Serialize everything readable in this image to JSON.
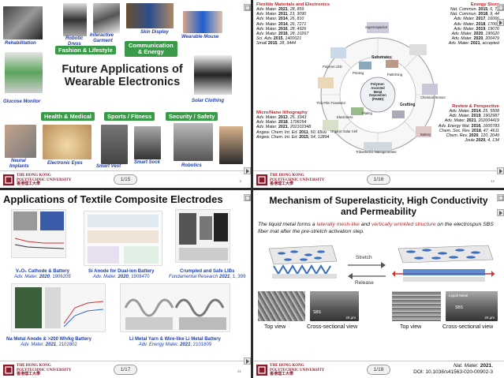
{
  "colors": {
    "accent_green": "#3a9a48",
    "label_blue": "#1f3fb0",
    "red_heading": "#c0262d",
    "polyu_red": "#8b1a2b"
  },
  "university": {
    "line1": "THE HONG KONG",
    "line2": "POLYTECHNIC UNIVERSITY",
    "line3": "香港理工大學"
  },
  "slide1": {
    "title_line1": "Future Applications of",
    "title_line2": "Wearable Electronics",
    "labels": {
      "rehab": "Rehabilitation",
      "robotic_dress_1": "Robotic",
      "robotic_dress_2": "Dress",
      "garment_1": "Interactive",
      "garment_2": "Garment",
      "skin": "Skin Display",
      "mouse": "Wearable Mouse",
      "glucose": "Glucose Monitor",
      "solar": "Solar Clothing",
      "neural_1": "Neural",
      "neural_2": "Implants",
      "eyes": "Electronic Eyes",
      "vest": "Smart Vest",
      "sock": "Smart Sock",
      "robotics": "Robotics"
    },
    "pills": {
      "fashion": "Fashion & Lifestyle",
      "comm_1": "Communication",
      "comm_2": "& Energy",
      "health": "Health & Medical",
      "sports": "Sports / Fitness",
      "security": "Security / Safety"
    },
    "pager": "1/15",
    "page_no": "2"
  },
  "slide2": {
    "flex_heading": "Flexible Materials and Electronics",
    "flex_refs": [
      {
        "j": "Adv. Mater.",
        "y": "2021",
        "r": ", 28, 859"
      },
      {
        "j": "Adv. Mater.",
        "y": "2011",
        "r": ", 23, 3090"
      },
      {
        "j": "Adv. Mater.",
        "y": "2014",
        "r": ", 26, 810"
      },
      {
        "j": "Adv. Mater.",
        "y": "2014",
        "r": ", 26, 7271"
      },
      {
        "j": "Adv. Mater.",
        "y": "2016",
        "r": ", 28, 4926"
      },
      {
        "j": "Adv. Mater.",
        "y": "2016",
        "r": ", 28, 10267"
      },
      {
        "j": "Sci. Adv.",
        "y": "2015",
        "r": ", 1400021"
      },
      {
        "j": "Small",
        "y": "2015",
        "r": ", 28, 3444"
      }
    ],
    "energy_heading": "Energy Stora",
    "energy_refs": [
      {
        "j": "Nat. Commun.",
        "y": "2015",
        "r": ", 6, 72"
      },
      {
        "j": "Nat. Commun.",
        "y": "2018",
        "r": ", 9, 44"
      },
      {
        "j": "Adv. Mater.",
        "y": "2017",
        "r": ", 16066"
      },
      {
        "j": "Adv. Mater.",
        "y": "2018",
        "r": ", 17060"
      },
      {
        "j": "Adv. Mater.",
        "y": "2019",
        "r": ", 19070"
      },
      {
        "j": "Adv. Mater.",
        "y": "2020",
        "r": ", 190620"
      },
      {
        "j": "Adv. Mater.",
        "y": "2020",
        "r": ", 200479"
      },
      {
        "j": "Adv. Mater.",
        "y": "2021",
        "r": ", accepted"
      }
    ],
    "micro_heading": "Micro/Nano lithography",
    "micro_refs": [
      {
        "j": "Adv. Mater.",
        "y": "2013",
        "r": ", 25, 3343"
      },
      {
        "j": "Adv. Mater.",
        "y": "2018",
        "r": ", 1706054"
      },
      {
        "j": "Adv. Mater.",
        "y": "2021",
        "r": ", 202102348"
      },
      {
        "j": "Angew. Chem. Int. Ed.",
        "y": "2011",
        "r": ", 50, 6506"
      },
      {
        "j": "Angew. Chem. Int. Ed.",
        "y": "2015",
        "r": ", 54, 12894"
      }
    ],
    "review_heading": "Review & Perspective",
    "review_refs": [
      {
        "j": "Adv. Mater.",
        "y": "2014",
        "r": ", 25, 5508"
      },
      {
        "j": "Adv. Mater.",
        "y": "2019",
        "r": ", 1902987"
      },
      {
        "j": "Adv. Mater.",
        "y": "2021",
        "r": ", 202004419"
      },
      {
        "j": "Adv. Energy Mat.",
        "y": "2016",
        "r": ", 1600783"
      },
      {
        "j": "Chem. Soc. Rev.",
        "y": "2018",
        "r": ", 47, 4611"
      },
      {
        "j": "Chem. Rev.",
        "y": "2020",
        "r": ", 120, 2049"
      },
      {
        "j": "Joule",
        "y": "2020",
        "r": ", 4, 134"
      }
    ],
    "wheel": {
      "center_1": "Polymer-",
      "center_2": "Assisted",
      "center_3": "Metal",
      "center_4": "Deposition",
      "center_5": "(PAMD)",
      "supercapacitor": "Supercapacitor",
      "substrates": "Substrates",
      "polymer_led": "Polymer LED",
      "chem_sensor": "Chemical Sensor",
      "thin_film": "Thin-Film Transistor",
      "grafting": "Grafting",
      "solar_cell": "Organic Solar Cell",
      "battery": "Battery",
      "triboelectric": "Triboelectric Nanogenerator",
      "printing": "Printing",
      "patterning": "Patterning",
      "plating": "Plating",
      "electroless": "Electroless"
    },
    "pager": "1/16",
    "page_no": "12"
  },
  "slide3": {
    "title": "Applications of Textile Composite Electrodes",
    "cap1_title": "V₂O₅ Cathode & Battery",
    "cap1_ref": "Adv. Mater.",
    "cap1_year": "2020",
    "cap1_num": ", 1906205",
    "cap2_title": "Si Anode for Dual-ion Battery",
    "cap2_ref": "Adv. Mater.",
    "cap2_year": "2020",
    "cap2_num": ", 1908470",
    "cap3_title": "Crumpled and Safe LIBs",
    "cap3_ref": "Fundamental Research",
    "cap3_year": "2021",
    "cap3_num": ", 1, 399",
    "cap4_title": "Na Metal Anode & >200 Wh/kg Battery",
    "cap4_ref": "Adv. Mater.",
    "cap4_year": "2021",
    "cap4_num": ", 2102802",
    "cap5_title": "Li Metal Yarn & Wire-like Li Metal Battery",
    "cap5_ref": "Adv. Energy Mater.",
    "cap5_year": "2021",
    "cap5_num": ", 2101809",
    "pager": "1/17",
    "page_no": "31"
  },
  "slide4": {
    "title_line1": "Mechanism of Superelasticity, High Conductivity",
    "title_line2": "and Permeability",
    "desc_a": "The liquid metal forms a ",
    "desc_b": "laterally mesh-like",
    "desc_c": " and ",
    "desc_d": "vertically wrinkled structure",
    "desc_e": " on the electrospun SBS fiber mat after the pre-stretch activation step.",
    "stretch": "Stretch",
    "release": "Release",
    "top_view_1": "Top view",
    "cross_1": "Cross-sectional view",
    "top_view_2": "Top view",
    "cross_2": "Cross-sectional view",
    "sbs_1": "SBS",
    "scale_1": "20 μm",
    "sbs_2": "SBS",
    "scale_2": "20 μm",
    "lm_label": "Liquid Metal",
    "ref_line1": "Nat. Mater.",
    "ref_year": "2021",
    "ref_line2": "DOI: 10.1038/s41563-020-00902-3",
    "pager": "1/18"
  }
}
